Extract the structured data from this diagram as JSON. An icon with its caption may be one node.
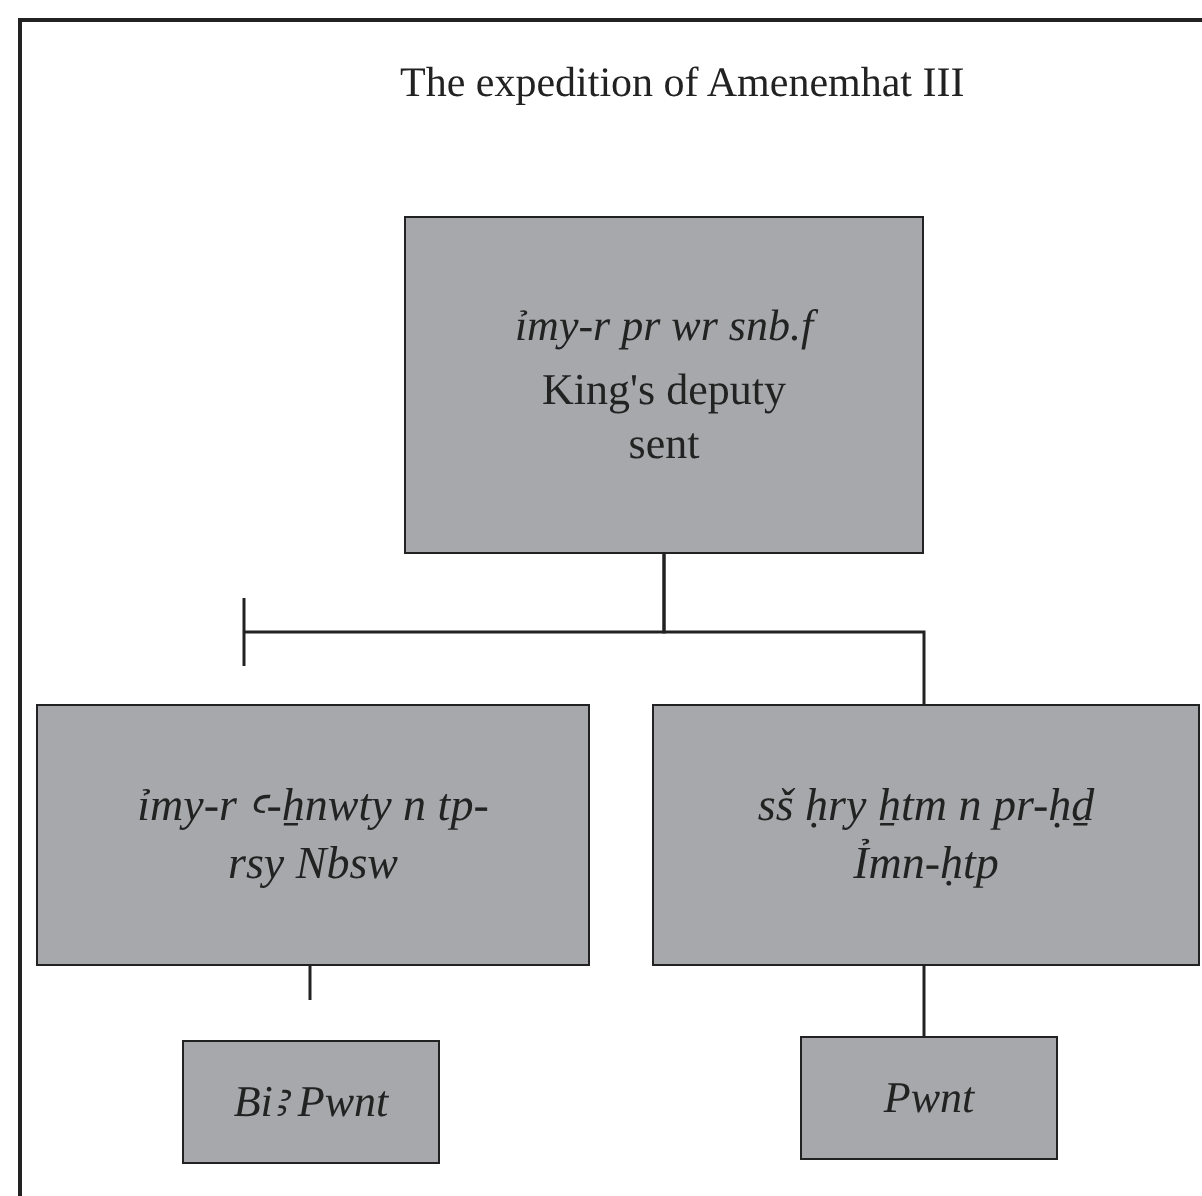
{
  "diagram": {
    "title": "The expedition of Amenemhat III",
    "nodes": [
      {
        "text": [
          "ỉmy-r pr wr snb.f",
          "King's deputy sent"
        ]
      },
      {
        "text": [
          "ỉmy-r ꜥ-ẖnwty n tp-rsy Nbsw"
        ]
      },
      {
        "text": [
          "sš ḥry ẖtm n pr-ḥḏ Ỉmn-ḥtp"
        ]
      },
      {
        "text": [
          "Biꜣ Pwnt"
        ]
      },
      {
        "text": [
          "Pwnt"
        ]
      }
    ],
    "edges": [
      {
        "from": 0,
        "to": 1,
        "arrow": "other"
      },
      {
        "from": 0,
        "to": 2,
        "arrow": "none"
      },
      {
        "from": 1,
        "to": null,
        "arrow": "none"
      },
      {
        "from": 2,
        "to": 4,
        "arrow": "none"
      }
    ]
  }
}
